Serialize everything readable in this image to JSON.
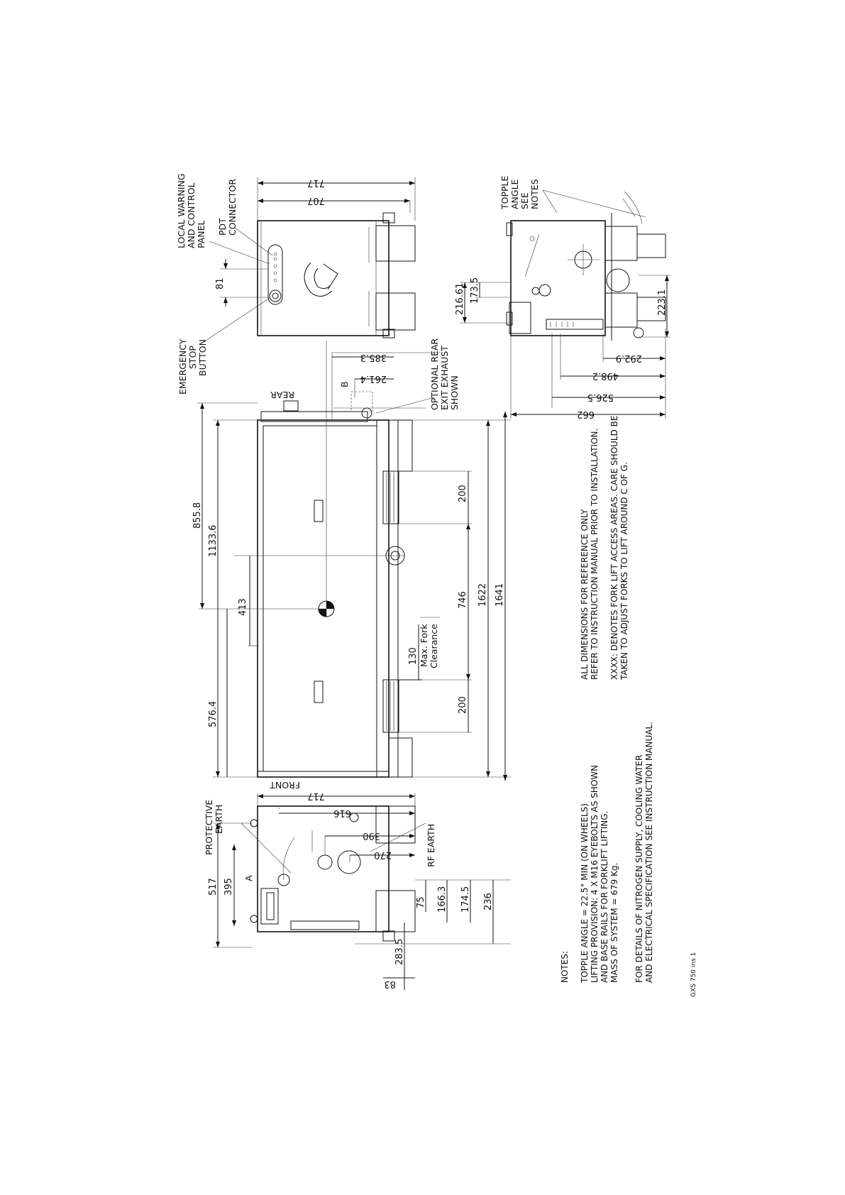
{
  "labels": {
    "local_warning": "LOCAL WARNING",
    "and_control": "AND CONTROL",
    "panel": "PANEL",
    "pdt": "PDT",
    "connector": "CONNECTOR",
    "emergency": "EMERGENCY",
    "stop": "STOP",
    "button": "BUTTON",
    "optional_rear": "OPTIONAL REAR",
    "exit_exhaust": "EXIT EXHAUST",
    "shown": "SHOWN",
    "topple": "TOPPLE",
    "angle": "ANGLE",
    "see": "SEE",
    "notes_lbl": "NOTES",
    "rear": "REAR",
    "front": "FRONT",
    "b": "B",
    "a": "A",
    "protective": "PROTECTIVE",
    "earth": "EARTH",
    "rf_earth": "RF EARTH",
    "max_fork": "Max. Fork",
    "clearance": "Clearance"
  },
  "dimensions": {
    "top_717": "717",
    "top_707": "707",
    "top_81": "81",
    "mid_385_3": "385.3",
    "mid_261_4": "261.4",
    "mid_855_8": "855.8",
    "mid_1133_6": "1133.6",
    "mid_413": "413",
    "mid_576_4": "576.4",
    "mid_200_a": "200",
    "mid_746": "746",
    "mid_1622": "1622",
    "mid_1641": "1641",
    "mid_130": "130",
    "mid_200_b": "200",
    "right_216_61": "216.61",
    "right_173_5": "173.5",
    "right_223_1": "223.1",
    "right_292_9": "292.9",
    "right_498_2": "498.2",
    "right_526_5": "526.5",
    "right_662": "662",
    "bot_717": "717",
    "bot_616": "616",
    "bot_390": "390",
    "bot_270": "270",
    "bot_517": "517",
    "bot_395": "395",
    "bot_75": "75",
    "bot_166_3": "166.3",
    "bot_174_5": "174.5",
    "bot_236": "236",
    "bot_283_5": "283.5",
    "bot_83": "83"
  },
  "notes": {
    "heading": "NOTES:",
    "line1": "TOPPLE ANGLE = 22.5° MIN (ON WHEELS)",
    "line2": "LIFTING PROVISION: 4 X M16 EYEBOLTS AS SHOWN",
    "line3": "AND BASE RAILS FOR FORKLIFT LIFTING.",
    "line4": "MASS OF SYSTEM = 679 Kg.",
    "line5": "FOR DETAILS OF NITROGEN SUPPLY, COOLING WATER",
    "line6": "AND ELECTRICAL SPECIFICATION SEE INSTRUCTION MANUAL.",
    "line7": "ALL DIMENSIONS FOR REFERENCE ONLY",
    "line8": "REFER TO INSTRUCTION MANUAL PRIOR TO INSTALLATION.",
    "line9": "XXXX: DENOTES FORK LIFT ACCESS AREAS. CARE SHOULD BE",
    "line10": "TAKEN TO ADJUST FORKS TO LIFT AROUND C OF G.",
    "drawing_ref": "GXS 750 ins 1"
  }
}
